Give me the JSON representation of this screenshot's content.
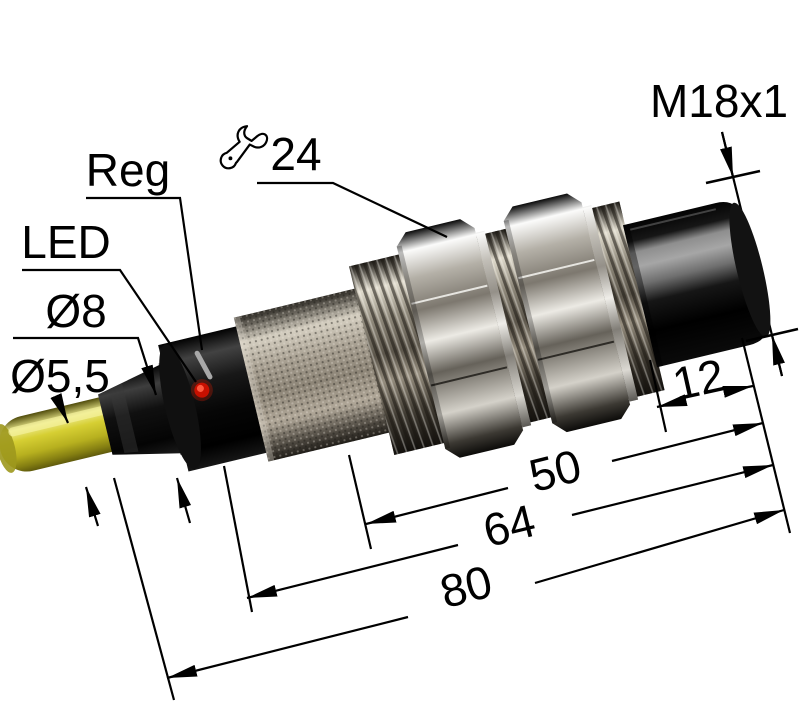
{
  "diagram": {
    "title": "Cylindrical threaded proximity sensor — dimensional drawing",
    "type": "technical-drawing-3d",
    "labels": {
      "thread_spec": "M18x1",
      "wrench_size": "24",
      "regulator": "Reg",
      "led": "LED",
      "gland_diameter": "Ø8",
      "cable_diameter": "Ø5,5",
      "front_cap_length": "12",
      "thread_length": "50",
      "housing_length": "64",
      "total_length": "80"
    },
    "colors": {
      "background": "#ffffff",
      "cable_yellow": "#d6cf33",
      "led_red": "#e01800",
      "body_black": "#0a0a0a",
      "metal_light": "#d5cfc1",
      "line_black": "#000000"
    }
  }
}
